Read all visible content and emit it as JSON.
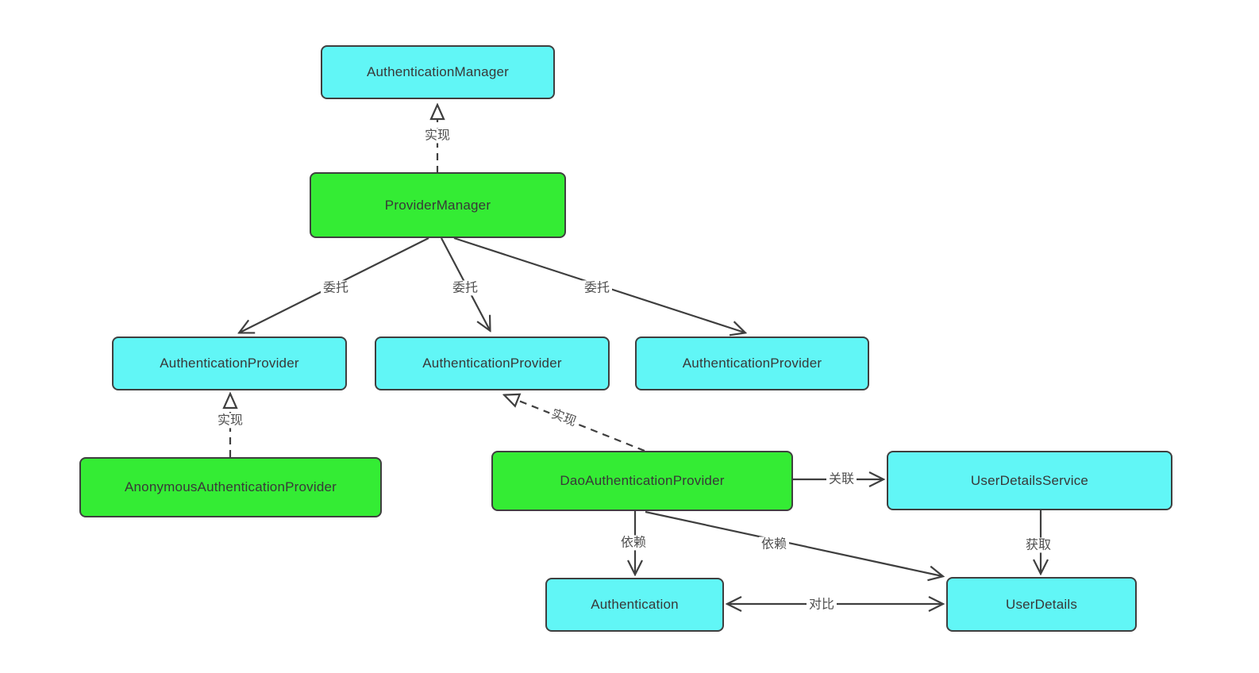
{
  "palette": {
    "background": "#ffffff",
    "interface_fill": "#61f6f6",
    "class_fill": "#34ec34",
    "border": "#3f3f3f",
    "line": "#3f3f3f",
    "node_text": "#383838",
    "label_text": "#4f4f4f"
  },
  "nodes": {
    "authentication_manager": {
      "label": "AuthenticationManager",
      "fill": "#61f6f6"
    },
    "provider_manager": {
      "label": "ProviderManager",
      "fill": "#34ec34"
    },
    "authentication_provider_1": {
      "label": "AuthenticationProvider",
      "fill": "#61f6f6"
    },
    "authentication_provider_2": {
      "label": "AuthenticationProvider",
      "fill": "#61f6f6"
    },
    "authentication_provider_3": {
      "label": "AuthenticationProvider",
      "fill": "#61f6f6"
    },
    "anonymous_authentication_provider": {
      "label": "AnonymousAuthenticationProvider",
      "fill": "#34ec34"
    },
    "dao_authentication_provider": {
      "label": "DaoAuthenticationProvider",
      "fill": "#34ec34"
    },
    "user_details_service": {
      "label": "UserDetailsService",
      "fill": "#61f6f6"
    },
    "authentication": {
      "label": "Authentication",
      "fill": "#61f6f6"
    },
    "user_details": {
      "label": "UserDetails",
      "fill": "#61f6f6"
    }
  },
  "edges": [
    {
      "from": "provider_manager",
      "to": "authentication_manager",
      "label": "实现",
      "line": "dashed",
      "arrowhead": "hollow-triangle"
    },
    {
      "from": "provider_manager",
      "to": "authentication_provider_1",
      "label": "委托",
      "line": "solid",
      "arrowhead": "open"
    },
    {
      "from": "provider_manager",
      "to": "authentication_provider_2",
      "label": "委托",
      "line": "solid",
      "arrowhead": "open"
    },
    {
      "from": "provider_manager",
      "to": "authentication_provider_3",
      "label": "委托",
      "line": "solid",
      "arrowhead": "open"
    },
    {
      "from": "anonymous_authentication_provider",
      "to": "authentication_provider_1",
      "label": "实现",
      "line": "dashed",
      "arrowhead": "hollow-triangle"
    },
    {
      "from": "dao_authentication_provider",
      "to": "authentication_provider_2",
      "label": "实现",
      "line": "dashed",
      "arrowhead": "hollow-triangle"
    },
    {
      "from": "dao_authentication_provider",
      "to": "user_details_service",
      "label": "关联",
      "line": "solid",
      "arrowhead": "open"
    },
    {
      "from": "dao_authentication_provider",
      "to": "authentication",
      "label": "依赖",
      "line": "solid",
      "arrowhead": "open"
    },
    {
      "from": "dao_authentication_provider",
      "to": "user_details",
      "label": "依赖",
      "line": "solid",
      "arrowhead": "open"
    },
    {
      "from": "user_details_service",
      "to": "user_details",
      "label": "获取",
      "line": "solid",
      "arrowhead": "open"
    },
    {
      "from": "authentication",
      "to": "user_details",
      "label": "对比",
      "line": "solid",
      "arrowhead": "open-both-ends"
    }
  ]
}
